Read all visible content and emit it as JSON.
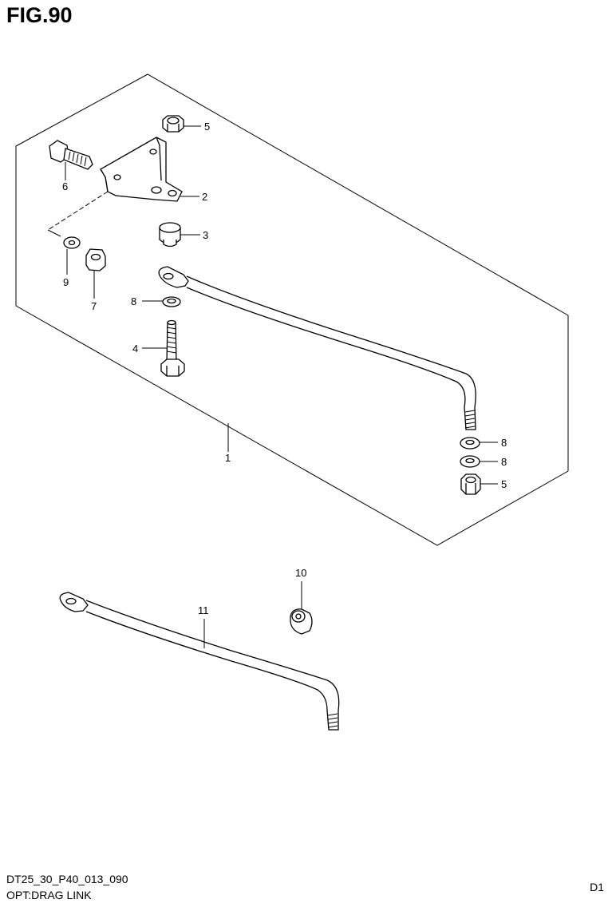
{
  "figure": {
    "title": "FIG.90"
  },
  "callouts": {
    "n1": "1",
    "n2": "2",
    "n3": "3",
    "n4": "4",
    "n5a": "5",
    "n5b": "5",
    "n6": "6",
    "n7": "7",
    "n8a": "8",
    "n8b": "8",
    "n8c": "8",
    "n9": "9",
    "n10": "10",
    "n11": "11"
  },
  "footer": {
    "code": "DT25_30_P40_013_090",
    "description": "OPT:DRAG LINK",
    "corner": "D1"
  }
}
